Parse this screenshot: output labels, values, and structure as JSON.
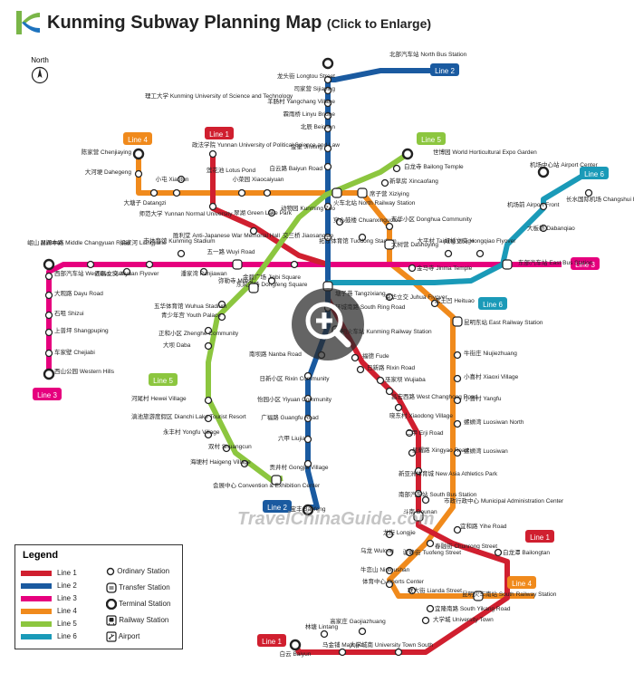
{
  "header": {
    "title": "Kunming Subway Planning Map",
    "subtitle": "(Click to Enlarge)"
  },
  "north_label": "North",
  "watermark": "TravelChinaGuide.com",
  "colors": {
    "line1": "#d01f2f",
    "line2": "#1a5aa0",
    "line3": "#e6007e",
    "line4": "#f08a1c",
    "line5": "#8cc63f",
    "line6": "#1a9ab8",
    "logo_green": "#7ab648",
    "logo_blue": "#1e73be"
  },
  "lines": [
    {
      "key": "line1",
      "name": "Line 1"
    },
    {
      "key": "line2",
      "name": "Line 2"
    },
    {
      "key": "line3",
      "name": "Line 3"
    },
    {
      "key": "line4",
      "name": "Line 4"
    },
    {
      "key": "line5",
      "name": "Line 5"
    },
    {
      "key": "line6",
      "name": "Line 6"
    }
  ],
  "legend": {
    "title": "Legend",
    "symbols": [
      "Ordinary Station",
      "Transfer Station",
      "Terminal Station",
      "Railway Station",
      "Airport"
    ]
  },
  "stations": [
    {
      "cn": "北部汽车站",
      "en": "North Bus Station"
    },
    {
      "cn": "龙头街",
      "en": "Longtou Street"
    },
    {
      "cn": "司家营",
      "en": "Sijiaying"
    },
    {
      "cn": "羊肠村",
      "en": "Yangchang Village"
    },
    {
      "cn": "霖雨桥",
      "en": "Linyu Bridge"
    },
    {
      "cn": "北辰",
      "en": "Beichen"
    },
    {
      "cn": "金星",
      "en": "Jinxing"
    },
    {
      "cn": "白云路",
      "en": "Baiyun Road"
    },
    {
      "cn": "火车北站",
      "en": "North Railway Station"
    },
    {
      "cn": "世博园",
      "en": "World Horticultural Expo Garden"
    },
    {
      "cn": "白龙寺",
      "en": "Bailong Temple"
    },
    {
      "cn": "新草房",
      "en": "Xincaofang"
    },
    {
      "cn": "席子营",
      "en": "Xiziying"
    },
    {
      "cn": "机场中心站",
      "en": "Airport Center"
    },
    {
      "cn": "长水国际机场",
      "en": "Changshui International Airport"
    },
    {
      "cn": "机场前",
      "en": "Airport Front"
    },
    {
      "cn": "大板桥",
      "en": "Dabanqiao"
    },
    {
      "cn": "陈家营",
      "en": "Chenjiaying"
    },
    {
      "cn": "大河埂",
      "en": "Dahegeng"
    },
    {
      "cn": "理工大学",
      "en": "Kunming University of Science and Technology"
    },
    {
      "cn": "政法学院",
      "en": "Yunnan University of Political Science and Law"
    },
    {
      "cn": "小屯",
      "en": "Xiaotun"
    },
    {
      "cn": "莲花池",
      "en": "Lotus Pond"
    },
    {
      "cn": "小菜园",
      "en": "Xiaocaiyuan"
    },
    {
      "cn": "大塘子",
      "en": "Datangzi"
    },
    {
      "cn": "师范大学",
      "en": "Yunnan Normal University"
    },
    {
      "cn": "翠湖",
      "en": "Green Lake Park"
    },
    {
      "cn": "动物园",
      "en": "Kunming Zoo"
    },
    {
      "cn": "穿心鼓楼",
      "en": "Chuanxinguolou"
    },
    {
      "cn": "东华小区",
      "en": "Donghua Community"
    },
    {
      "cn": "胜利堂",
      "en": "Anti-Japanese War Memorial Hall"
    },
    {
      "cn": "交三桥",
      "en": "Jiaosanqiao"
    },
    {
      "cn": "拓东体育馆",
      "en": "Tuodong Stadium"
    },
    {
      "cn": "大树营",
      "en": "Dashuying"
    },
    {
      "cn": "大平村",
      "en": "Taiping Village"
    },
    {
      "cn": "虹桥立交",
      "en": "Hongqiao Flyover"
    },
    {
      "cn": "东部汽车站",
      "en": "East Bus Station"
    },
    {
      "cn": "岷山",
      "en": "Minshan"
    },
    {
      "cn": "昌源中路",
      "en": "Middle Changyuan Road"
    },
    {
      "cn": "梁家河",
      "en": "Liangjiahe"
    },
    {
      "cn": "市体育馆",
      "en": "Kunming Stadium"
    },
    {
      "cn": "五一路",
      "en": "Wuyi Road"
    },
    {
      "cn": "东风广场",
      "en": "Dongfeng Square"
    },
    {
      "cn": "西部汽车站",
      "en": "West Bus Station"
    },
    {
      "cn": "西昌立交",
      "en": "Xiyuan Flyover"
    },
    {
      "cn": "潘家湾",
      "en": "Panjiawan"
    },
    {
      "cn": "弥勒寺",
      "en": "Milesi"
    },
    {
      "cn": "金碧广场",
      "en": "Jinbi Square"
    },
    {
      "cn": "塘子巷",
      "en": "Tangzixiang"
    },
    {
      "cn": "金马寺",
      "en": "Jinma Temple"
    },
    {
      "cn": "大观路",
      "en": "Dayu Road"
    },
    {
      "cn": "菊华立交",
      "en": "Juhua Flyover"
    },
    {
      "cn": "黑土凹",
      "en": "Heituao"
    },
    {
      "cn": "石咀",
      "en": "Shizui"
    },
    {
      "cn": "五华体育馆",
      "en": "Wuhua Stadium"
    },
    {
      "cn": "环城南路",
      "en": "South Ring Road"
    },
    {
      "cn": "昆明东站",
      "en": "East Railway Station"
    },
    {
      "cn": "上普坪",
      "en": "Shangpuping"
    },
    {
      "cn": "青少年宫",
      "en": "Youth Palace"
    },
    {
      "cn": "昆明火车站",
      "en": "Kunming Railway Station"
    },
    {
      "cn": "车家壁",
      "en": "Chejiabi"
    },
    {
      "cn": "正和小区",
      "en": "Zhenghe Community"
    },
    {
      "cn": "大坝",
      "en": "Daba"
    },
    {
      "cn": "牛街庄",
      "en": "Niujiezhuang"
    },
    {
      "cn": "西山公园",
      "en": "Western Hills"
    },
    {
      "cn": "南坝路",
      "en": "Nanba Road"
    },
    {
      "cn": "福德",
      "en": "Fude"
    },
    {
      "cn": "小喜村",
      "en": "Xiaoxi Village"
    },
    {
      "cn": "日新小区",
      "en": "Rixin Community"
    },
    {
      "cn": "日新路",
      "en": "Rixin Road"
    },
    {
      "cn": "巫家坝",
      "en": "Wujiaba"
    },
    {
      "cn": "小普村",
      "en": "Yangfu"
    },
    {
      "cn": "河尾村",
      "en": "Hewei Village"
    },
    {
      "cn": "怡园小区",
      "en": "Yiyuan Community"
    },
    {
      "cn": "昌宏西路",
      "en": "West Changhong Road"
    },
    {
      "cn": "螺蛳湾",
      "en": "Luosiwan North"
    },
    {
      "cn": "滇池旅游度假区",
      "en": "Dianchi Lake Tourist Resort"
    },
    {
      "cn": "广福路",
      "en": "Guangfu Road"
    },
    {
      "cn": "晓东村",
      "en": "Xiaodong Village"
    },
    {
      "cn": "永丰村",
      "en": "Yongfu Village"
    },
    {
      "cn": "六甲",
      "en": "Liujia"
    },
    {
      "cn": "二甲",
      "en": "Erji Road"
    },
    {
      "cn": "螺蛳湾",
      "en": "Luosiwan"
    },
    {
      "cn": "双村",
      "en": "Shuangcun"
    },
    {
      "cn": "星耀路",
      "en": "Xingyao Road"
    },
    {
      "cn": "海埂村",
      "en": "Haigeng Village"
    },
    {
      "cn": "贡井村",
      "en": "Gongjia Village"
    },
    {
      "cn": "新亚洲体育城",
      "en": "New Asia Athletics Park"
    },
    {
      "cn": "会展中心",
      "en": "Convention & Exhibition Center"
    },
    {
      "cn": "南部汽车站",
      "en": "South Bus Station"
    },
    {
      "cn": "市政行政中心",
      "en": "Municipal Administration Center"
    },
    {
      "cn": "宝丰",
      "en": "Baofeng"
    },
    {
      "cn": "斗南",
      "en": "Dounan"
    },
    {
      "cn": "宜和路",
      "en": "Yihe Road"
    },
    {
      "cn": "龙街",
      "en": "Longjie"
    },
    {
      "cn": "乌龙",
      "en": "Wulong"
    },
    {
      "cn": "驼峰街",
      "en": "Tuofeng Street"
    },
    {
      "cn": "春融街",
      "en": "Chunrong Street"
    },
    {
      "cn": "白龙潭",
      "en": "Bailongtan"
    },
    {
      "cn": "牛恋山",
      "en": "Niutoushan"
    },
    {
      "cn": "体育中心",
      "en": "Sports Center"
    },
    {
      "cn": "联大街",
      "en": "Lianda Street"
    },
    {
      "cn": "昆明火车南站",
      "en": "South Railway Station"
    },
    {
      "cn": "宜隆南路",
      "en": "South Yikang Road"
    },
    {
      "cn": "林塘",
      "en": "Lintang"
    },
    {
      "cn": "高家庄",
      "en": "Gaojiazhuang"
    },
    {
      "cn": "大学城",
      "en": "University Town"
    },
    {
      "cn": "白云",
      "en": "Baiyun"
    },
    {
      "cn": "马金铺",
      "en": "Majinpu"
    },
    {
      "cn": "大学城南",
      "en": "University Town South"
    }
  ]
}
